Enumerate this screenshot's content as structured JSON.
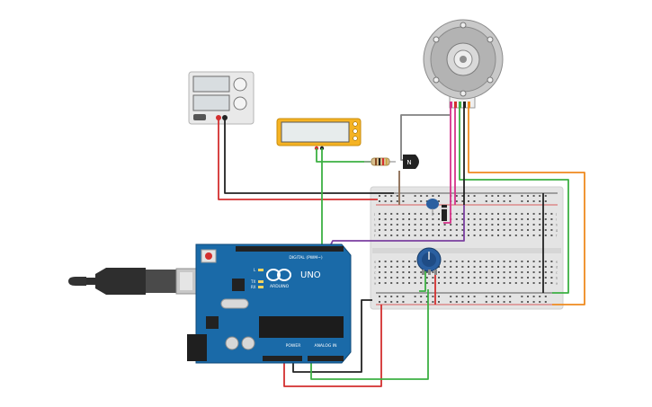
{
  "arduino": {
    "brand": "ARDUINO",
    "model": "UNO",
    "digital_label": "DIGITAL (PWM~)",
    "power_label": "POWER",
    "analog_label": "ANALOG IN",
    "l_led": "L",
    "tx_led": "TX",
    "rx_led": "RX"
  },
  "breadboard": {
    "row_letters": [
      "a",
      "b",
      "c",
      "d",
      "e",
      "f",
      "g",
      "h",
      "i",
      "j"
    ]
  },
  "transistor": {
    "label": "N"
  },
  "colors": {
    "wire_red": "#d32f2f",
    "wire_black": "#222222",
    "wire_green": "#3cb043",
    "wire_orange": "#ef8a1f",
    "wire_purple": "#7b3fa0",
    "wire_magenta": "#d6338a",
    "wire_gray": "#808080",
    "arduino_blue": "#1a6aa8",
    "multimeter_yellow": "#f5b323",
    "breadboard": "#e4e4e4",
    "pot_blue": "#2a5fa0"
  },
  "icons": {
    "arduino_logo": "infinity-logo",
    "usb_cable": "usb-plug",
    "power_jack": "dc-barrel-jack",
    "stepper_motor": "stepper-motor"
  }
}
